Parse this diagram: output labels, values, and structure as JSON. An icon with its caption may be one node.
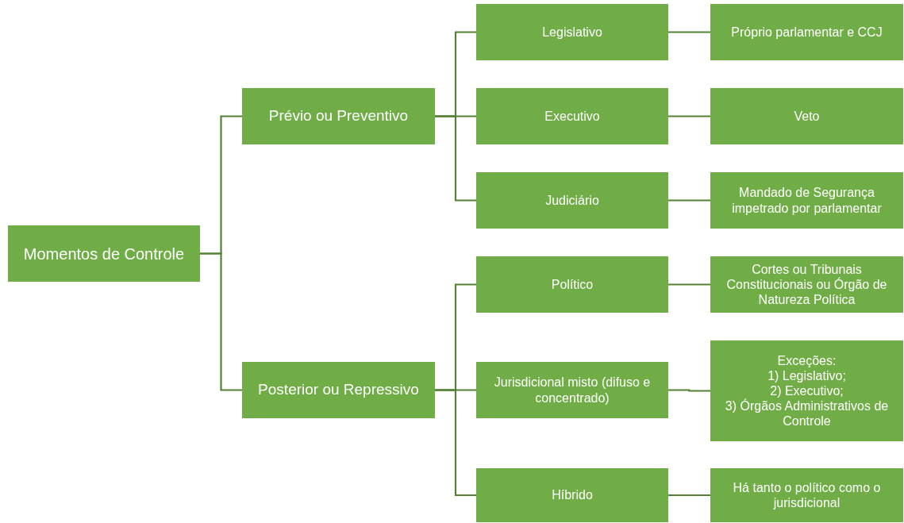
{
  "diagram": {
    "nodes": [
      {
        "text": [
          "Momentos de Controle"
        ]
      },
      {
        "text": [
          "Prévio ou Preventivo"
        ]
      },
      {
        "text": [
          "Legislativo"
        ]
      },
      {
        "text": [
          "Próprio parlamentar e CCJ"
        ]
      },
      {
        "text": [
          "Executivo"
        ]
      },
      {
        "text": [
          "Veto"
        ]
      },
      {
        "text": [
          "Judiciário"
        ]
      },
      {
        "text": [
          "Mandado de Segurança impetrado por parlamentar"
        ]
      },
      {
        "text": [
          "Posterior ou Repressivo"
        ]
      },
      {
        "text": [
          "Político"
        ]
      },
      {
        "text": [
          "Cortes ou Tribunais Constitucionais ou Órgão de Natureza Política"
        ]
      },
      {
        "text": [
          "Jurisdicional misto (difuso e concentrado)"
        ]
      },
      {
        "text": [
          "Exceções:",
          "1) Legislativo;",
          "2) Executivo;",
          "3) Órgãos Administrativos de Controle"
        ]
      },
      {
        "text": [
          "Híbrido"
        ]
      },
      {
        "text": [
          "Há tanto o político como o jurisdicional"
        ]
      }
    ],
    "edges": [
      {
        "from": 0,
        "to": 1,
        "arrow": "none"
      },
      {
        "from": 0,
        "to": 8,
        "arrow": "none"
      },
      {
        "from": 1,
        "to": 2,
        "arrow": "none"
      },
      {
        "from": 1,
        "to": 4,
        "arrow": "none"
      },
      {
        "from": 1,
        "to": 6,
        "arrow": "none"
      },
      {
        "from": 2,
        "to": 3,
        "arrow": "none"
      },
      {
        "from": 4,
        "to": 5,
        "arrow": "none"
      },
      {
        "from": 6,
        "to": 7,
        "arrow": "none"
      },
      {
        "from": 8,
        "to": 9,
        "arrow": "none"
      },
      {
        "from": 8,
        "to": 11,
        "arrow": "none"
      },
      {
        "from": 8,
        "to": 13,
        "arrow": "none"
      },
      {
        "from": 9,
        "to": 10,
        "arrow": "none"
      },
      {
        "from": 11,
        "to": 12,
        "arrow": "none"
      },
      {
        "from": 13,
        "to": 14,
        "arrow": "none"
      }
    ]
  }
}
